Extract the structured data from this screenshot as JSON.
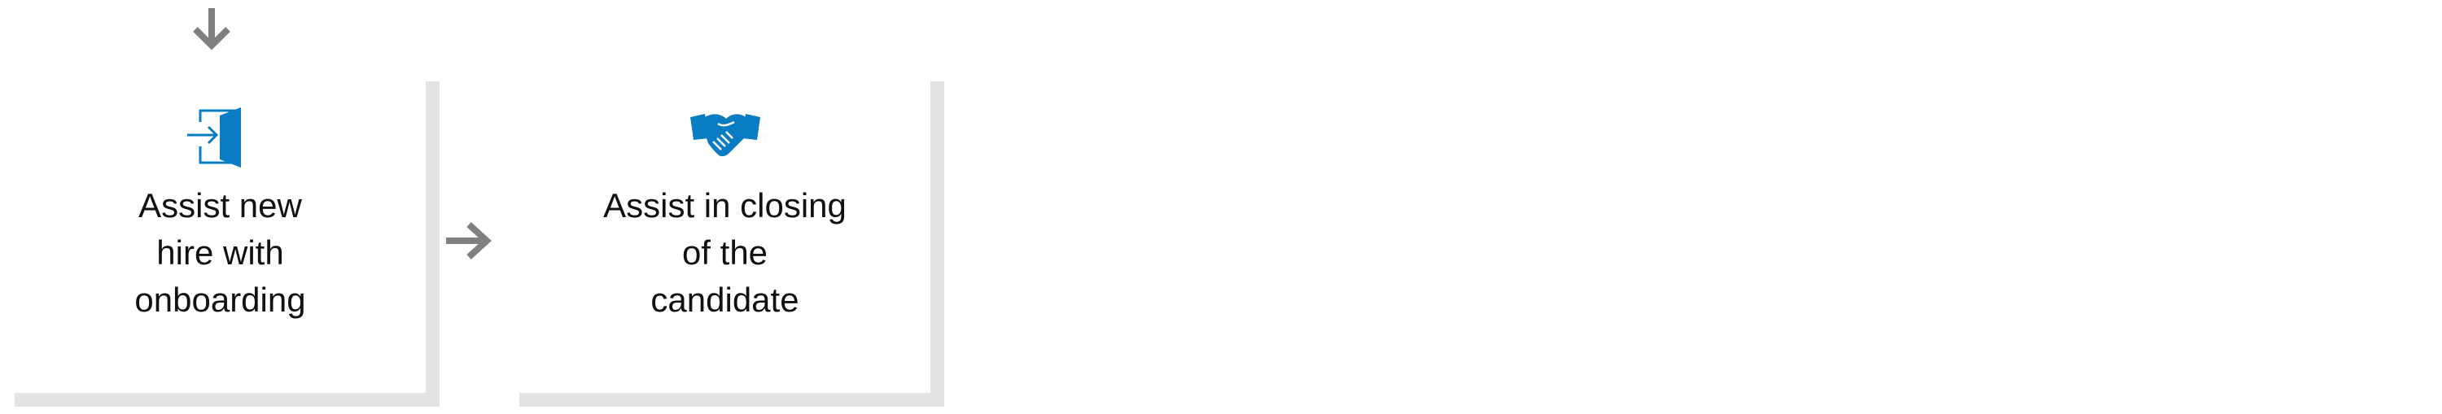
{
  "colors": {
    "arrow": "#808080",
    "icon": "#0a7cc4",
    "card_border": "#e3e3e3",
    "text": "#111111"
  },
  "steps": [
    {
      "icon": "door-enter-icon",
      "lines": [
        "Assist new",
        "hire with",
        "onboarding"
      ]
    },
    {
      "icon": "handshake-icon",
      "lines": [
        "Assist in closing",
        "of the",
        "candidate"
      ]
    }
  ],
  "connectors": [
    {
      "icon": "arrow-down-icon"
    },
    {
      "icon": "arrow-right-icon"
    }
  ]
}
